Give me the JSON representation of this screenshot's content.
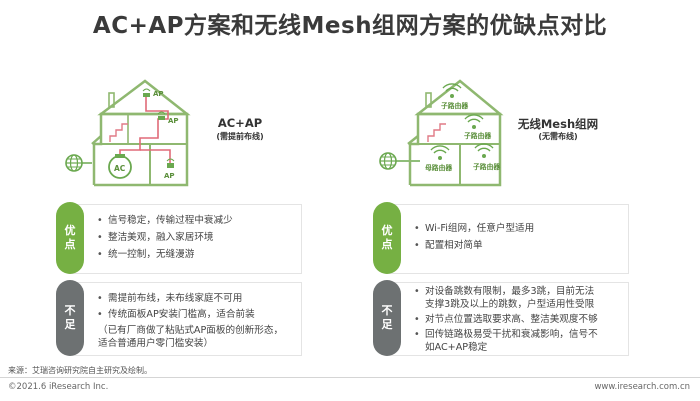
{
  "title": "AC+AP方案和无线Mesh组网方案的优缺点对比",
  "left": {
    "caption": "AC+AP",
    "subcaption": "(需提前布线)",
    "device_labels": {
      "ap_top": "AP",
      "ap_mid": "AP",
      "ap_low": "AP",
      "ac": "AC"
    },
    "pros": {
      "label_1": "优",
      "label_2": "点",
      "items": [
        "信号稳定，传输过程中衰减少",
        "整洁美观，融入家居环境",
        "统一控制，无缝漫游"
      ]
    },
    "cons": {
      "label_1": "不",
      "label_2": "足",
      "items": [
        "需提前布线，未布线家庭不可用",
        "传统面板AP安装门槛高，适合前装",
        "（已有厂商做了粘贴式AP面板的创新形态，",
        "适合普通用户零门槛安装）"
      ]
    }
  },
  "right": {
    "caption": "无线Mesh组网",
    "subcaption": "(无需布线)",
    "router_labels": [
      "子路由器",
      "子路由器",
      "母路由器",
      "子路由器"
    ],
    "pros": {
      "label_1": "优",
      "label_2": "点",
      "items": [
        "Wi-Fi组网，任意户型适用",
        "配置相对简单"
      ]
    },
    "cons": {
      "label_1": "不",
      "label_2": "足",
      "items": [
        "对设备跳数有限制，最多3跳，目前无法",
        "支撑3跳及以上的跳数，户型适用性受限",
        "对节点位置选取要求高、整洁美观度不够",
        "回传链路极易受干扰和衰减影响，信号不",
        "如AC+AP稳定"
      ]
    }
  },
  "footer": {
    "source": "来源：艾瑞咨询研究院自主研究及绘制。",
    "copyright": "©2021.6 iResearch Inc.",
    "url": "www.iresearch.com.cn"
  },
  "colors": {
    "green": "#76b043",
    "gray": "#6d7172",
    "cable": "#e06a78"
  }
}
